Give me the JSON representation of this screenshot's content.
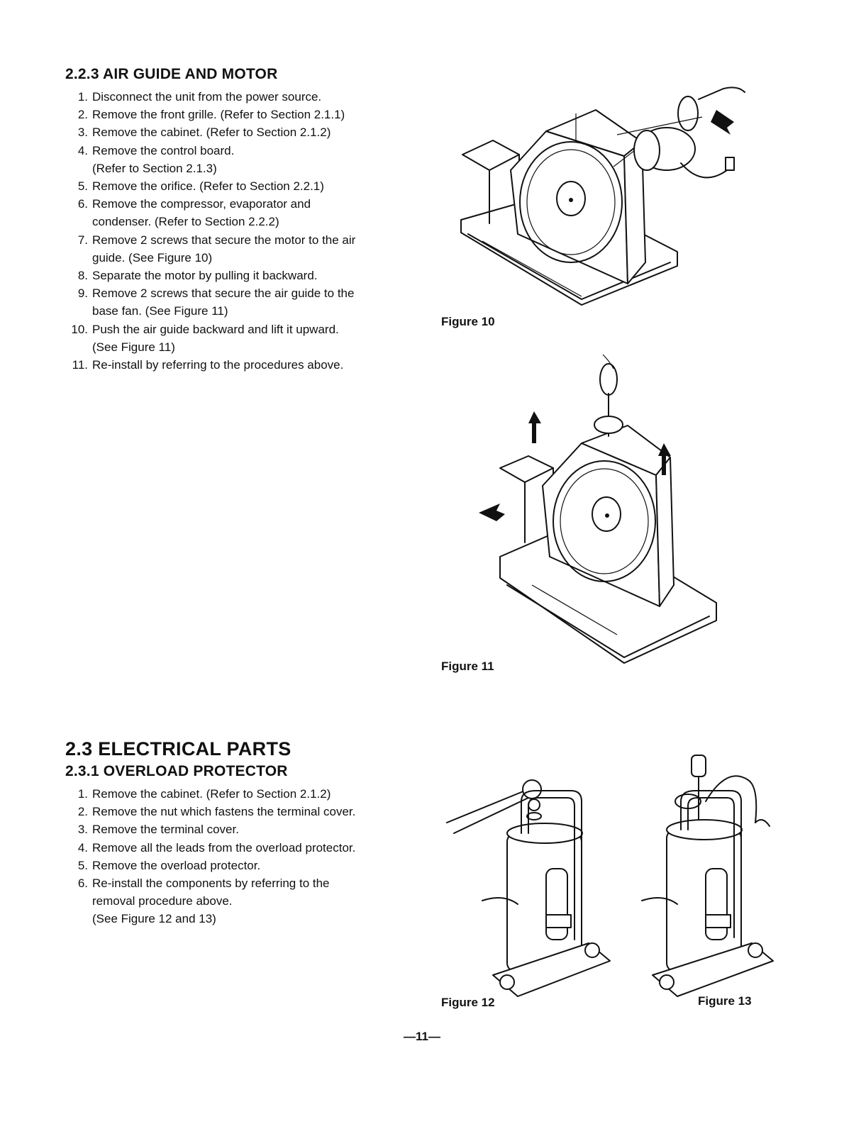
{
  "section_223": {
    "heading": "2.2.3 AIR GUIDE AND MOTOR",
    "steps": [
      {
        "num": "1.",
        "text": "Disconnect the unit from the power source."
      },
      {
        "num": "2.",
        "text": "Remove the front grille. (Refer to Section 2.1.1)"
      },
      {
        "num": "3.",
        "text": "Remove the cabinet. (Refer to Section 2.1.2)"
      },
      {
        "num": "4.",
        "text": "Remove the control board.\n(Refer to Section 2.1.3)"
      },
      {
        "num": "5.",
        "text": "Remove the orifice. (Refer to Section 2.2.1)"
      },
      {
        "num": "6.",
        "text": "Remove the compressor, evaporator and\ncondenser. (Refer to Section 2.2.2)"
      },
      {
        "num": "7.",
        "text": "Remove 2 screws that secure the motor to the air\nguide. (See Figure 10)"
      },
      {
        "num": "8.",
        "text": "Separate the motor by pulling it backward."
      },
      {
        "num": "9.",
        "text": "Remove 2 screws that secure the air guide to the\nbase fan. (See Figure 11)"
      },
      {
        "num": "10.",
        "text": "Push the air guide backward and lift it upward.\n(See Figure 11)"
      },
      {
        "num": "11.",
        "text": "Re-install by referring to the procedures above."
      }
    ]
  },
  "section_23": {
    "heading": "2.3 ELECTRICAL PARTS"
  },
  "section_231": {
    "heading": "2.3.1 OVERLOAD PROTECTOR",
    "steps": [
      {
        "num": "1.",
        "text": "Remove the cabinet. (Refer to Section 2.1.2)"
      },
      {
        "num": "2.",
        "text": "Remove the nut which fastens the terminal cover."
      },
      {
        "num": "3.",
        "text": "Remove the terminal cover."
      },
      {
        "num": "4.",
        "text": "Remove all the leads from the overload protector."
      },
      {
        "num": "5.",
        "text": "Remove the overload protector."
      },
      {
        "num": "6.",
        "text": "Re-install the components by referring to the\nremoval procedure above.\n(See Figure 12 and 13)"
      }
    ]
  },
  "figures": {
    "fig10": "Figure 10",
    "fig11": "Figure 11",
    "fig12": "Figure 12",
    "fig13": "Figure 13"
  },
  "footer": {
    "page_number": "—11—"
  }
}
